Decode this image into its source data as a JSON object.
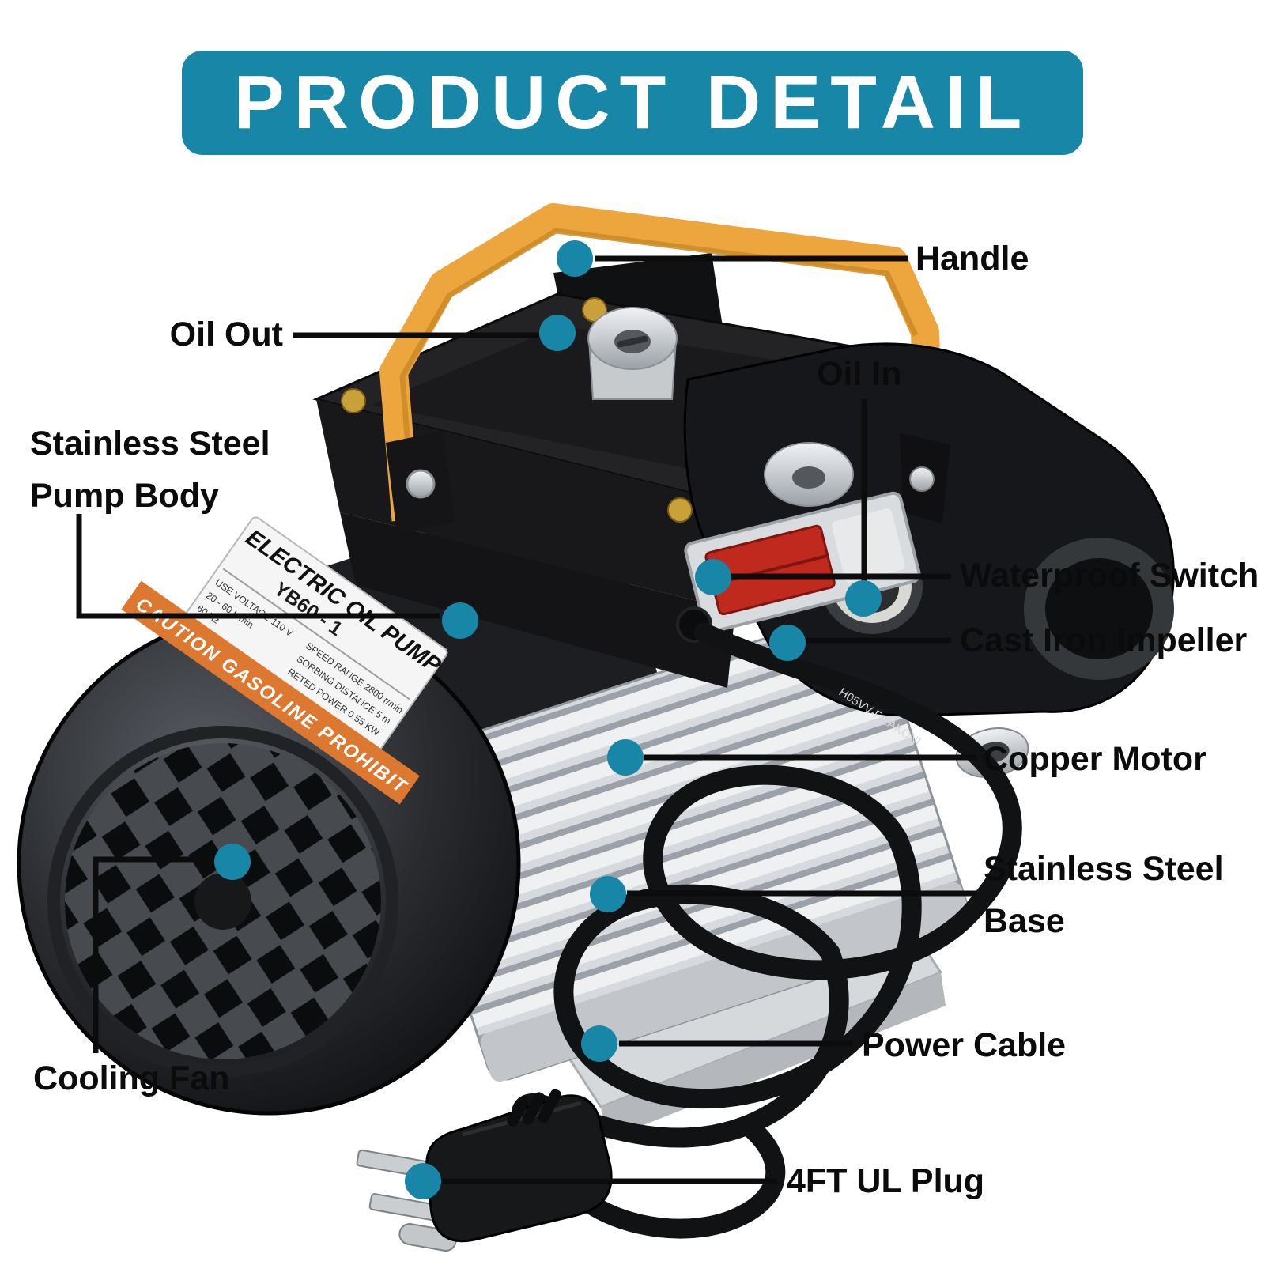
{
  "banner": {
    "title": "PRODUCT DETAIL"
  },
  "callouts": {
    "handle": {
      "label": "Handle"
    },
    "oil_out": {
      "label": "Oil Out"
    },
    "oil_in": {
      "label": "Oil In"
    },
    "pump_body": {
      "line1": "Stainless Steel",
      "line2": "Pump Body"
    },
    "waterproof_switch": {
      "label": "Waterproof Switch"
    },
    "cast_iron_impeller": {
      "label": "Cast Iron Impeller"
    },
    "copper_motor": {
      "label": "Copper Motor"
    },
    "stainless_base": {
      "line1": "Stainless Steel",
      "line2": "Base"
    },
    "power_cable": {
      "label": "Power Cable"
    },
    "cooling_fan": {
      "label": "Cooling Fan"
    },
    "ul_plug": {
      "label": "4FT UL Plug"
    }
  },
  "pump_label": {
    "title": "ELECTRIC OIL PUMP",
    "model": "YB60 - 1",
    "caution": "CAUTION GASOLINE PROHIBIT",
    "specs_left": [
      "USE VOLTAGE 110 V",
      "20 - 60 L/min",
      "60 Hz"
    ],
    "specs_right": [
      "SPEED RANGE 2800 r/min",
      "SORBING DISTANCE 5 m",
      "RETED POWER 0.55 KW"
    ]
  },
  "cable_marking": "H05VV-F LAKONI",
  "colors": {
    "accent_teal": "#1886a7",
    "handle_orange": "#eda63d",
    "caution_orange": "#dd7830",
    "leader_black": "#0c0c0c"
  }
}
